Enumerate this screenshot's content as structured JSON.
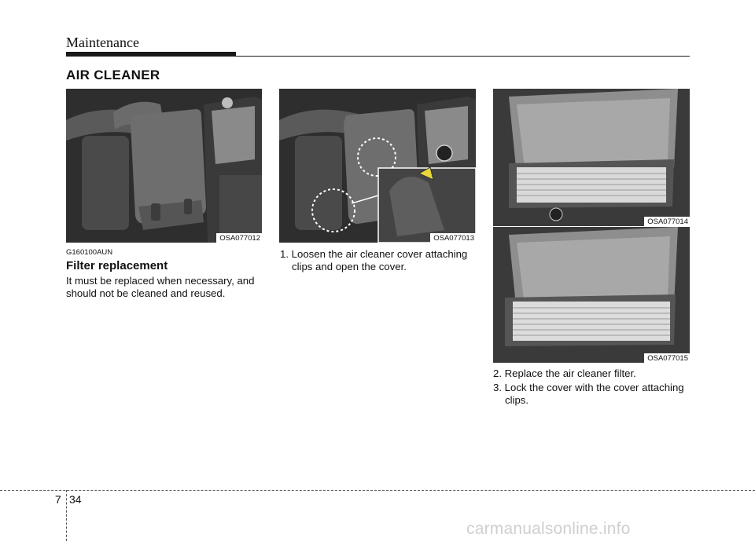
{
  "header": {
    "title": "Maintenance"
  },
  "section": {
    "heading": "AIR CLEANER"
  },
  "figures": [
    {
      "label": "OSA077012"
    },
    {
      "label": "OSA077013"
    },
    {
      "label": "OSA077014"
    },
    {
      "label": "OSA077015"
    }
  ],
  "content": {
    "code": "G160100AUN",
    "subheading": "Filter replacement",
    "paragraph": "It must be replaced when necessary, and should not be cleaned and reused.",
    "steps": [
      "1. Loosen the air cleaner cover attaching clips and open the cover.",
      "2. Replace the air cleaner filter.",
      "3. Lock the cover with the cover attaching clips."
    ]
  },
  "footer": {
    "chapter": "7",
    "page": "34"
  },
  "watermark": "carmanualsonline.info"
}
